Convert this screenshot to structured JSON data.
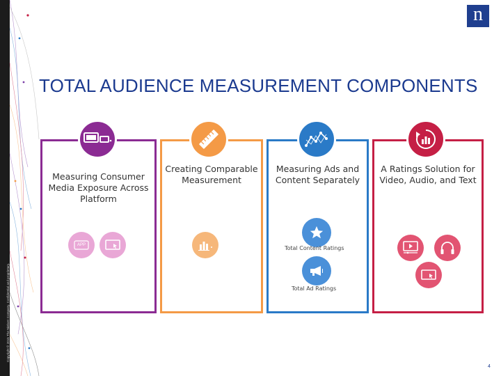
{
  "slide": {
    "title": "TOTAL AUDIENCE MEASUREMENT COMPONENTS",
    "logo_letter": "n",
    "page_number": "4",
    "copyright": "Copyright © 2015 The Nielsen Company. Confidential and proprietary."
  },
  "cards": [
    {
      "label": "Measuring Consumer Media Exposure Across Platform",
      "color": "#8b2b93",
      "icon": "devices-icon"
    },
    {
      "label": "Creating Comparable Measurement",
      "color": "#f49a46",
      "icon": "ruler-icon"
    },
    {
      "label": "Measuring Ads and Content Separately",
      "color": "#2a7ac7",
      "icon": "chart-nodes-icon"
    },
    {
      "label": "A Ratings Solution for Video, Audio, and Text",
      "color": "#c51f45",
      "icon": "refresh-chart-icon"
    }
  ],
  "card1_icons": [
    {
      "name": "app-icon",
      "text": "APP"
    },
    {
      "name": "monitor-cursor-icon"
    }
  ],
  "card2_icons": [
    {
      "name": "bar-chart-icon"
    }
  ],
  "card3_items": [
    {
      "name": "star-icon",
      "label": "Total Content Ratings"
    },
    {
      "name": "megaphone-icon",
      "label": "Total Ad Ratings"
    }
  ],
  "card4_icons": [
    {
      "name": "video-player-icon"
    },
    {
      "name": "headphones-icon"
    },
    {
      "name": "monitor-cursor-icon"
    }
  ]
}
